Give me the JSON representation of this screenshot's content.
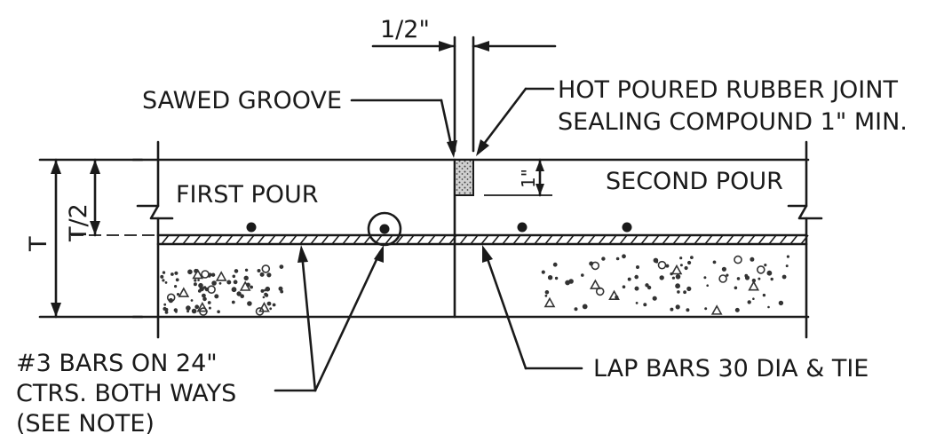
{
  "labels": {
    "joint_width": "1/2\"",
    "sawed_groove": "SAWED GROOVE",
    "sealant_line1": "HOT POURED RUBBER JOINT",
    "sealant_line2": "SEALING COMPOUND 1\" MIN.",
    "first_pour": "FIRST POUR",
    "second_pour": "SECOND POUR",
    "half_depth": "T/2",
    "thickness": "T",
    "sealant_depth": "1\"",
    "bars_line1": "#3 BARS ON 24\"",
    "bars_line2": "CTRS. BOTH WAYS",
    "bars_line3": "(SEE NOTE)",
    "lap_bars": "LAP BARS 30 DIA & TIE"
  },
  "colors": {
    "line": "#1a1a1a",
    "background": "#ffffff",
    "sealant_fill": "#9a9a9a"
  }
}
